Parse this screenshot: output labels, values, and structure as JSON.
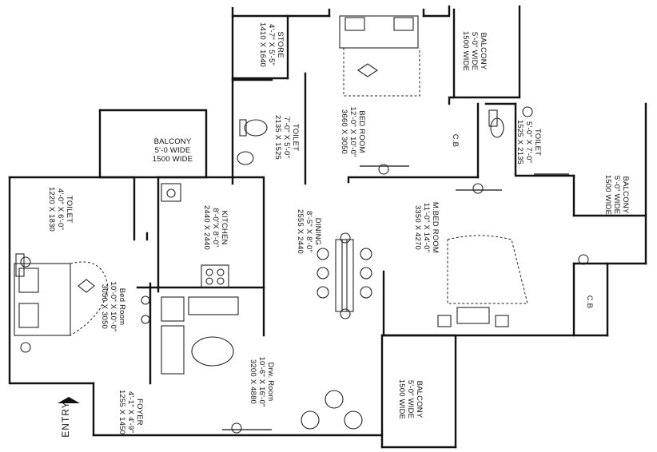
{
  "plan": {
    "rooms": {
      "store": {
        "name": "STORE",
        "dim_ft": "4'-7\" X 5'-5\"",
        "dim_mm": "1410 X 1640"
      },
      "bed_room_1": {
        "name": "BED ROOM",
        "dim_ft": "12'-0\" X 10'-0\"",
        "dim_mm": "3660 X 3050"
      },
      "balcony_top": {
        "name": "BALCONY",
        "dim_ft": "5'-0\" WIDE",
        "dim_mm": "1500 WIDE"
      },
      "toilet_mid": {
        "name": "TOILET",
        "dim_ft": "7'-0\" X 5'-0\"",
        "dim_mm": "2135 X 1525"
      },
      "toilet_right": {
        "name": "TOILET",
        "dim_ft": "5'-0\" X 7'-0\"",
        "dim_mm": "1525 X 2135"
      },
      "cb_top": {
        "name": "C.B"
      },
      "balcony_left": {
        "name": "BALCONY",
        "dim_ft": "5'-0 WIDE",
        "dim_mm": "1500 WIDE"
      },
      "balcony_right": {
        "name": "BALCONY",
        "dim_ft": "5'-0\" WIDE",
        "dim_mm": "1500 WIDE"
      },
      "toilet_left": {
        "name": "TOILET",
        "dim_ft": "4'-0\" X 6'-0\"",
        "dim_mm": "1220 X 1830"
      },
      "kitchen": {
        "name": "KITCHEN",
        "dim_ft": "8'-0\"X 8'-0\"",
        "dim_mm": "2440 X 2440"
      },
      "dining": {
        "name": "DINING",
        "dim_ft": "8'-5\" X 8'-0\"",
        "dim_mm": "2555 X 2440"
      },
      "m_bed_room": {
        "name": "M.BED ROOM",
        "dim_ft": "11'-0\" X 14'-0\"",
        "dim_mm": "3350 X 4270"
      },
      "bed_room_2": {
        "name": "Bed Room",
        "dim_ft": "10'-0\" X 10'-0\"",
        "dim_mm": "3050 X 3050"
      },
      "cb_bottom": {
        "name": "C.B"
      },
      "drw_room": {
        "name": "Drw. Room",
        "dim_ft": "10'-6\" X 16'-0\"",
        "dim_mm": "3200 X 4880"
      },
      "foyer": {
        "name": "FOYER",
        "dim_ft": "4'-1\" X 4'-9\"",
        "dim_mm": "1255 X 1450"
      },
      "balcony_bottom": {
        "name": "BALCONY",
        "dim_ft": "5'-0\" WIDE",
        "dim_mm": "1500 WIDE"
      }
    },
    "entry_label": "ENTRY"
  }
}
